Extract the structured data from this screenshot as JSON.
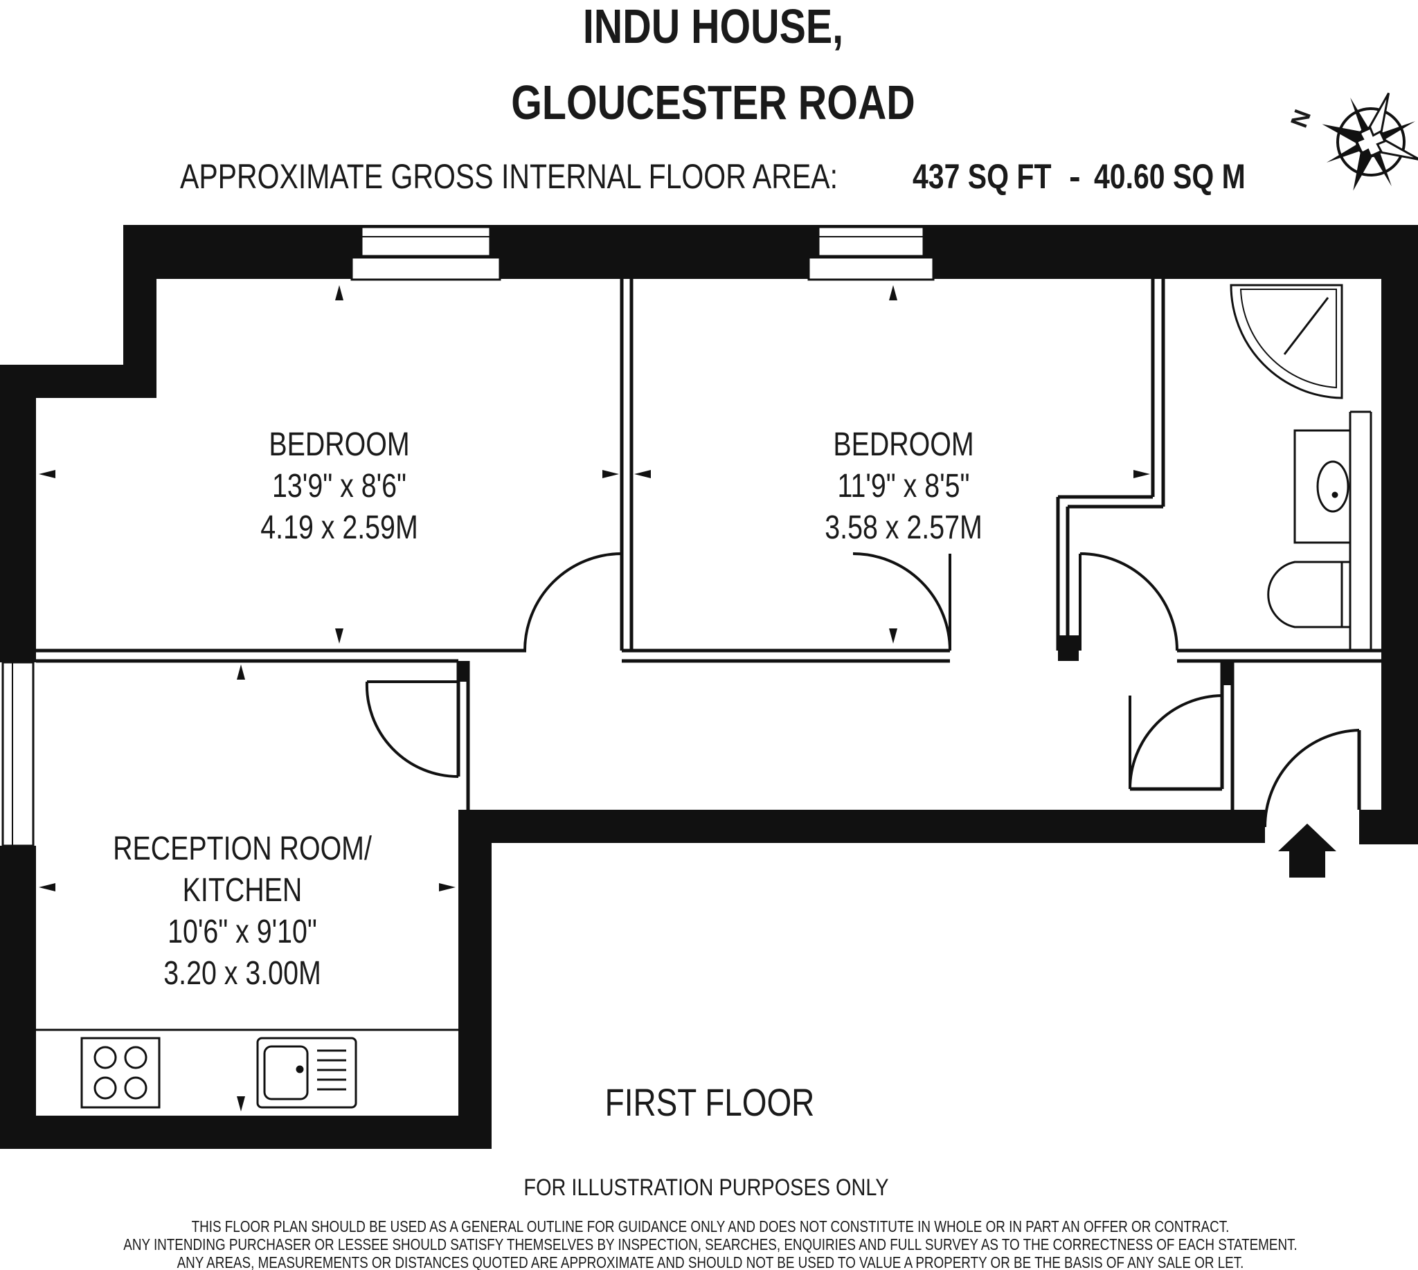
{
  "title": {
    "line1": "INDU HOUSE,",
    "line2": "GLOUCESTER ROAD"
  },
  "area": {
    "label": "APPROXIMATE GROSS INTERNAL FLOOR AREA:",
    "sqft": "437 SQ FT",
    "separator": "-",
    "sqm": "40.60 SQ M"
  },
  "compass": {
    "letter": "N",
    "icon": "compass-rose-icon"
  },
  "rooms": {
    "bedroom1": {
      "name": "BEDROOM",
      "imperial": "13'9\" x 8'6\"",
      "metric": "4.19 x 2.59M"
    },
    "bedroom2": {
      "name": "BEDROOM",
      "imperial": "11'9\" x 8'5\"",
      "metric": "3.58 x 2.57M"
    },
    "reception": {
      "name_line1": "RECEPTION ROOM/",
      "name_line2": "KITCHEN",
      "imperial": "10'6\" x 9'10\"",
      "metric": "3.20 x 3.00M"
    }
  },
  "floor_label": "FIRST FLOOR",
  "illustration_note": "FOR ILLUSTRATION PURPOSES ONLY",
  "disclaimer": [
    "THIS FLOOR PLAN SHOULD BE USED AS A GENERAL OUTLINE FOR GUIDANCE ONLY AND DOES NOT CONSTITUTE IN WHOLE OR IN PART AN OFFER OR CONTRACT.",
    "ANY INTENDING PURCHASER OR LESSEE SHOULD SATISFY THEMSELVES BY INSPECTION, SEARCHES, ENQUIRIES AND FULL SURVEY AS TO THE CORRECTNESS OF EACH STATEMENT.",
    "ANY AREAS, MEASUREMENTS OR DISTANCES QUOTED ARE APPROXIMATE AND SHOULD NOT BE USED TO VALUE A PROPERTY OR BE THE BASIS OF ANY SALE OR LET."
  ],
  "colors": {
    "wall": "#111111",
    "ink": "#1a1a1a",
    "background": "#ffffff"
  }
}
